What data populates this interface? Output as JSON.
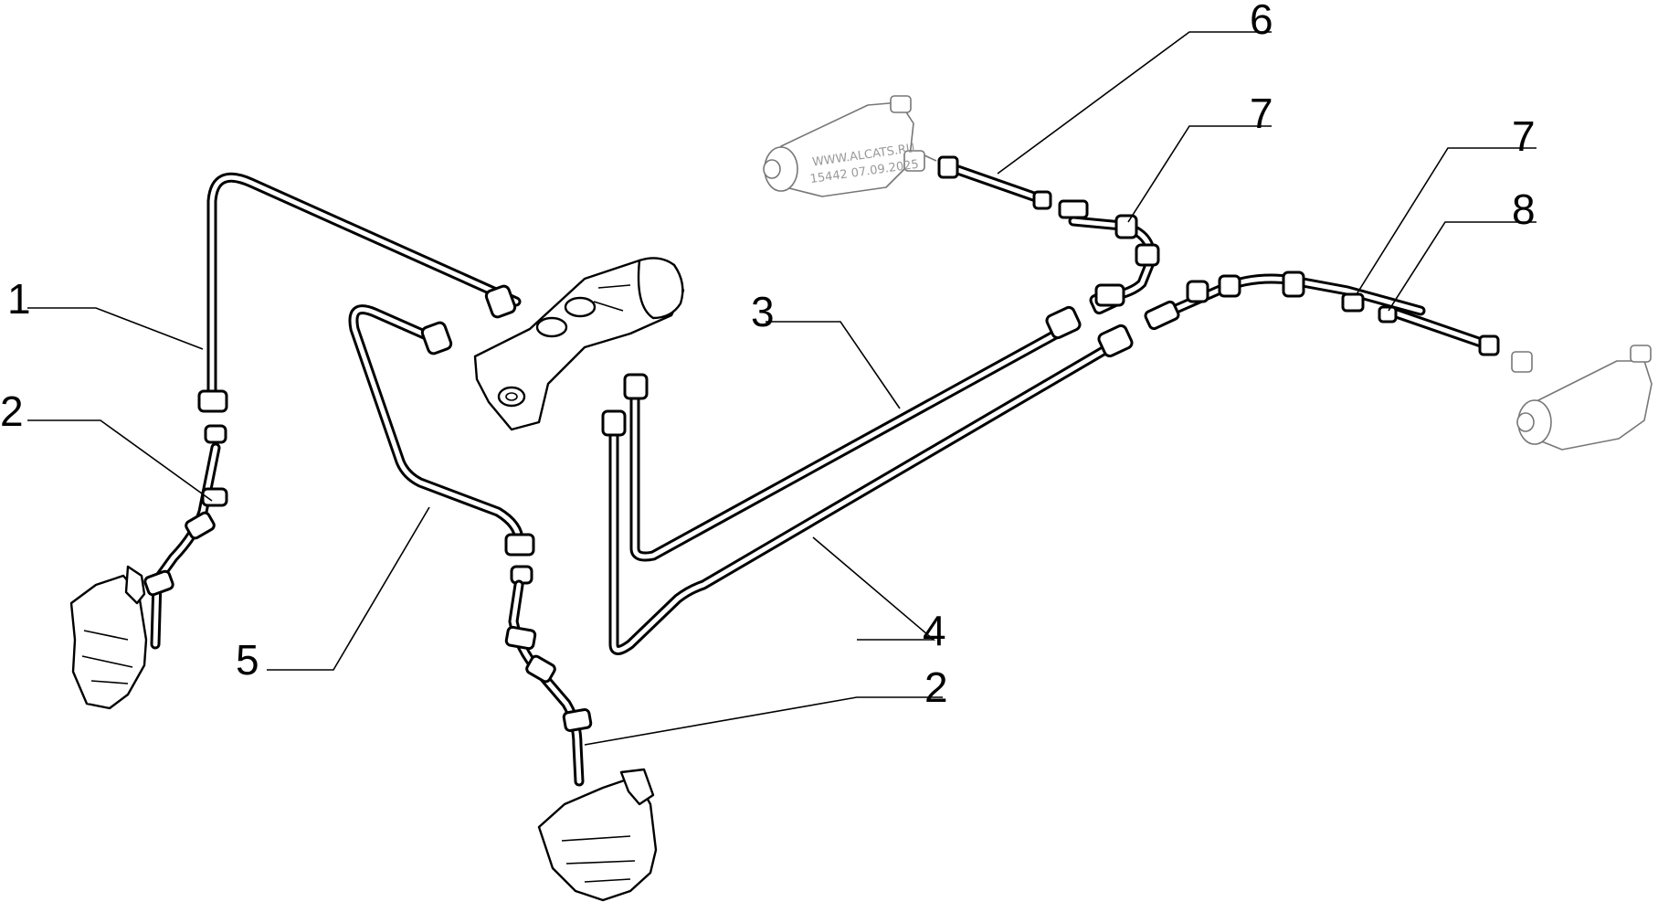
{
  "callouts": {
    "c1": "1",
    "c2_left": "2",
    "c2_right": "2",
    "c3": "3",
    "c4": "4",
    "c5": "5",
    "c6": "6",
    "c7_top": "7",
    "c7_right": "7",
    "c8": "8"
  },
  "watermark": {
    "line1": "WWW.ALCATS.RU",
    "line2": "15442 07.09.2025"
  }
}
